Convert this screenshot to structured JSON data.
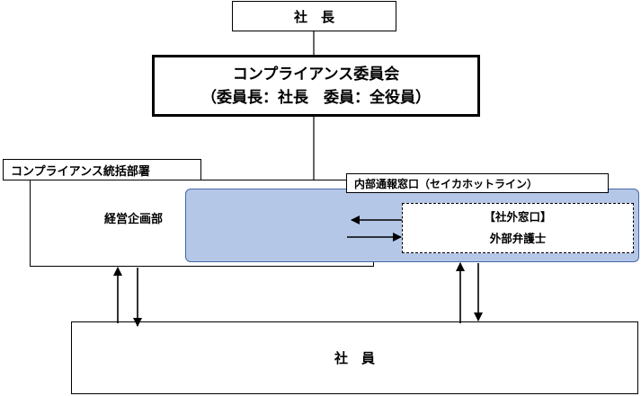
{
  "org": {
    "president": "社　長",
    "committee_line1": "コンプライアンス委員会",
    "committee_line2": "（委員長：社長　委員：全役員）",
    "compliance_dept": "コンプライアンス統括部署",
    "planning_dept": "経営企画部",
    "hotline": "内部通報窓口（セイカホットライン）",
    "external_window": "【社外窓口】",
    "external_lawyer": "外部弁護士",
    "employees": "社　員"
  },
  "colors": {
    "hotline_fill": "#b4c7e7",
    "line": "#000000"
  }
}
